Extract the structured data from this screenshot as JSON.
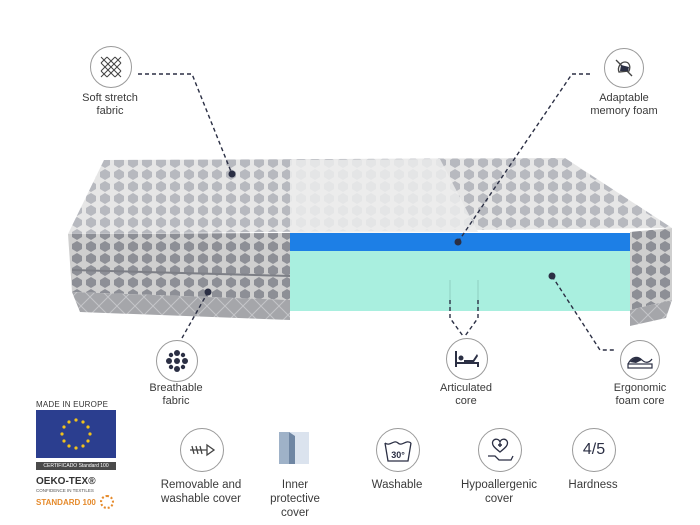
{
  "callouts": {
    "soft_stretch": "Soft stretch\nfabric",
    "adaptable_memory": "Adaptable\nmemory foam",
    "breathable": "Breathable\nfabric",
    "articulated": "Articulated\ncore",
    "ergonomic": "Ergonomic\nfoam core"
  },
  "badges": {
    "made_in_europe": "MADE IN EUROPE",
    "certificate_line": "CERTIFICADO Standard 100",
    "oeko_tex": "OEKO-TEX®",
    "confidence": "CONFIDENCE IN TEXTILES",
    "standard_100": "STANDARD 100"
  },
  "features": [
    {
      "icon": "removable-cover-icon",
      "label": "Removable and\nwashable cover"
    },
    {
      "icon": "inner-cover-icon",
      "label": "Inner\nprotective\ncover"
    },
    {
      "icon": "washable-icon",
      "label": "Washable",
      "icon_text": "30°"
    },
    {
      "icon": "hypoallergenic-icon",
      "label": "Hypoallergenic\ncover"
    },
    {
      "icon": "hardness-icon",
      "label": "Hardness",
      "icon_text": "4/5"
    }
  ],
  "colors": {
    "accent_navy": "#2b2f44",
    "foam_blue": "#1d7fe6",
    "foam_mint": "#a9efdf",
    "eu_blue": "#2b3e8f",
    "eu_gold": "#f2c21b",
    "oeko_orange": "#e58a2b"
  }
}
